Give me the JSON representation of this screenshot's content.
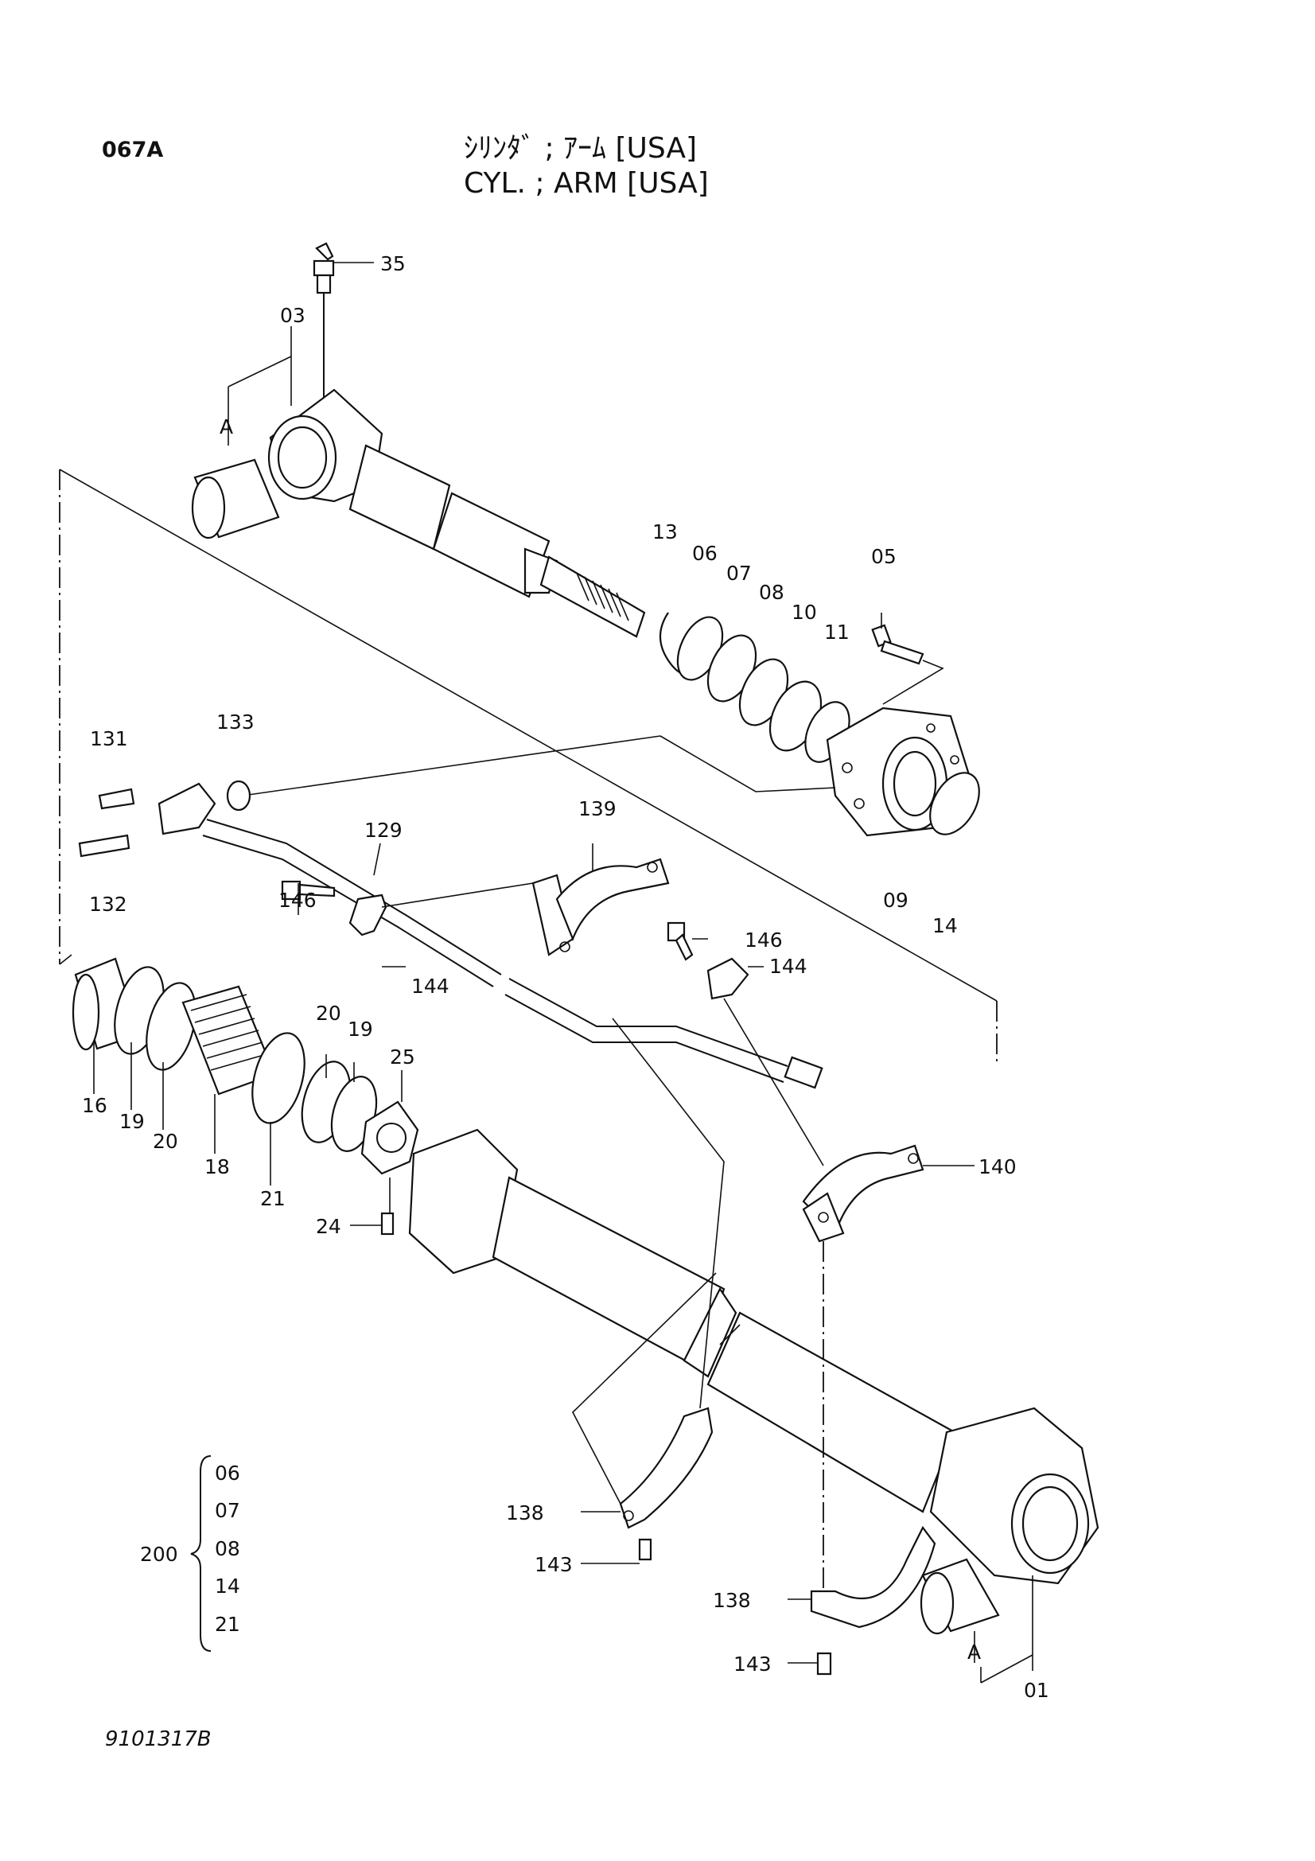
{
  "header": {
    "page_number": "067A",
    "title_jp": "ｼﾘﾝﾀﾞ ; ｱｰﾑ [USA]",
    "title_en": "CYL. ; ARM [USA]"
  },
  "footer": {
    "doc_code": "9101317B"
  },
  "callouts": {
    "c35": "35",
    "c03": "03",
    "cA_top": "A",
    "c13": "13",
    "c06": "06",
    "c07": "07",
    "c08": "08",
    "c10": "10",
    "c11": "11",
    "c05": "05",
    "c131": "131",
    "c133": "133",
    "c132": "132",
    "c129": "129",
    "c139": "139",
    "c09": "09",
    "c14": "14",
    "c146a": "146",
    "c146b": "146",
    "c144a": "144",
    "c144b": "144",
    "c16": "16",
    "c19a": "19",
    "c20a": "20",
    "c18": "18",
    "c21": "21",
    "c20b": "20",
    "c19b": "19",
    "c25": "25",
    "c24": "24",
    "c140": "140",
    "c138a": "138",
    "c143a": "143",
    "c138b": "138",
    "c143b": "143",
    "cA_bottom": "A",
    "c01": "01"
  },
  "kit": {
    "number": "200",
    "items": [
      "06",
      "07",
      "08",
      "14",
      "21"
    ]
  }
}
